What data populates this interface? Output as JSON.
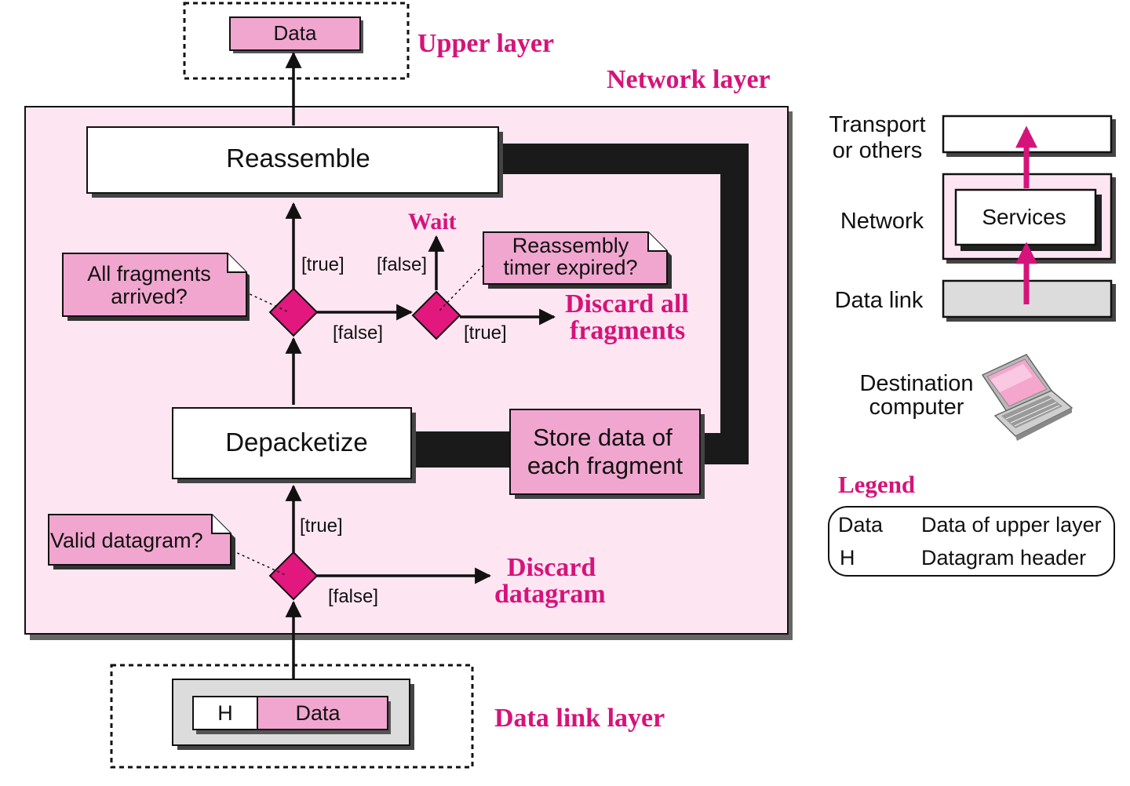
{
  "layers": {
    "upper": "Upper layer",
    "network": "Network layer",
    "data_link": "Data link layer"
  },
  "packets": {
    "upper_data": "Data",
    "header": "H",
    "lower_data": "Data"
  },
  "boxes": {
    "reassemble": "Reassemble",
    "depacketize": "Depacketize",
    "store_line1": "Store data of",
    "store_line2": "each fragment"
  },
  "notes": {
    "fragments_line1": "All fragments",
    "fragments_line2": "arrived?",
    "timer_line1": "Reassembly",
    "timer_line2": "timer expired?",
    "valid": "Valid datagram?"
  },
  "guards": {
    "true_top": "[true]",
    "false_top": "[false]",
    "false_mid": "[false]",
    "true_mid": "[true]",
    "true_bottom": "[true]",
    "false_bottom": "[false]"
  },
  "outcomes": {
    "wait": "Wait",
    "discard_all_line1": "Discard all",
    "discard_all_line2": "fragments",
    "discard_dg_line1": "Discard",
    "discard_dg_line2": "datagram"
  },
  "stack": {
    "transport_line1": "Transport",
    "transport_line2": "or others",
    "network": "Network",
    "services": "Services",
    "data_link": "Data link",
    "destination_line1": "Destination",
    "destination_line2": "computer"
  },
  "legend": {
    "title": "Legend",
    "rows": [
      {
        "term": "Data",
        "desc": "Data of upper layer"
      },
      {
        "term": "H",
        "desc": "Datagram header"
      }
    ]
  },
  "colors": {
    "accent": "#d6137a",
    "network_bg": "#fde6f2",
    "pink_box": "#f1a6cf",
    "diamond": "#e2187f",
    "gray_box": "#dcdcdc"
  }
}
